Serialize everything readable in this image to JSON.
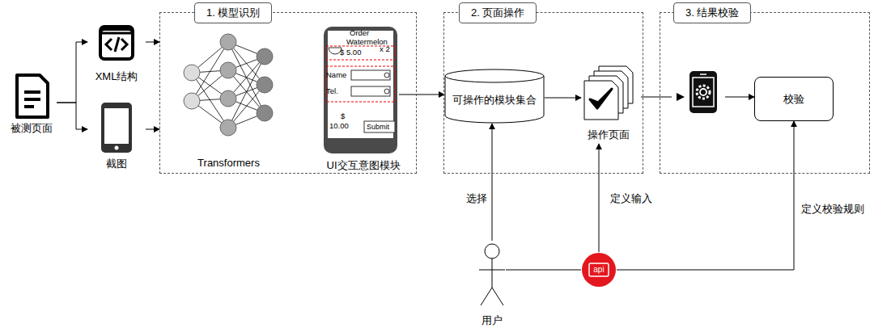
{
  "diagram": {
    "nodes": [
      {
        "text": [
          "被测页面"
        ]
      },
      {
        "text": [
          "XML结构"
        ]
      },
      {
        "text": [
          "截图"
        ]
      },
      {
        "text": [
          "1. 模型识别"
        ]
      },
      {
        "text": [
          "Transformers"
        ],
        "in": 3
      },
      {
        "text": [
          "UI交互意图模块"
        ],
        "in": 3
      },
      {
        "text": [
          "2. 页面操作"
        ]
      },
      {
        "text": [
          "可操作的模块集合"
        ],
        "in": 6
      },
      {
        "text": [
          "操作页面"
        ],
        "in": 6
      },
      {
        "text": [
          "3. 结果校验"
        ]
      },
      {
        "text": [
          "校验"
        ],
        "in": 9
      },
      {
        "text": [
          "用户"
        ]
      },
      {
        "text": [
          "api"
        ]
      }
    ],
    "edges": [
      {
        "from": 0,
        "to": 1,
        "arrow": "to"
      },
      {
        "from": 0,
        "to": 2,
        "arrow": "to"
      },
      {
        "from": 1,
        "to": 3,
        "arrow": "to"
      },
      {
        "from": 2,
        "to": 3,
        "arrow": "to"
      },
      {
        "from": 5,
        "to": 7,
        "arrow": "to"
      },
      {
        "from": 7,
        "to": 8,
        "arrow": "to"
      },
      {
        "from": 8,
        "to": 10,
        "arrow": "to"
      },
      {
        "from": 11,
        "to": 7,
        "label": "选择",
        "arrow": "to"
      },
      {
        "from": 12,
        "to": 8,
        "label": "定义输入",
        "arrow": "to"
      },
      {
        "from": 11,
        "to": 12,
        "arrow": "none"
      },
      {
        "from": 12,
        "to": 10,
        "label": "定义校验规则",
        "arrow": "to"
      }
    ],
    "labels": [
      "Order",
      "Watermelon",
      "$ 5.00",
      "x 2",
      "Name",
      "Tel.",
      "$",
      "10.00",
      "Submit"
    ]
  }
}
